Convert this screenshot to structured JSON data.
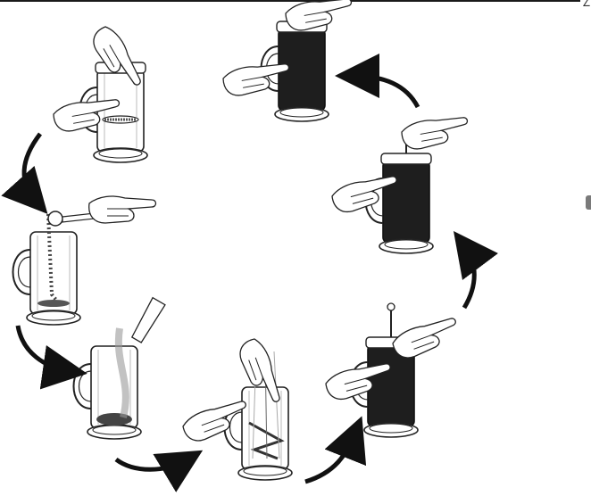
{
  "diagram": {
    "corner_glyph": "∠",
    "steps": [
      {
        "id": "step-1",
        "icon": "french-press-preheat-icon"
      },
      {
        "id": "step-2",
        "icon": "add-coffee-scoop-icon"
      },
      {
        "id": "step-3",
        "icon": "pour-hot-water-icon"
      },
      {
        "id": "step-4",
        "icon": "stir-coffee-icon"
      },
      {
        "id": "step-5",
        "icon": "insert-plunger-lid-icon"
      },
      {
        "id": "step-6",
        "icon": "press-plunger-down-icon"
      },
      {
        "id": "step-7",
        "icon": "pour-coffee-icon"
      }
    ]
  }
}
